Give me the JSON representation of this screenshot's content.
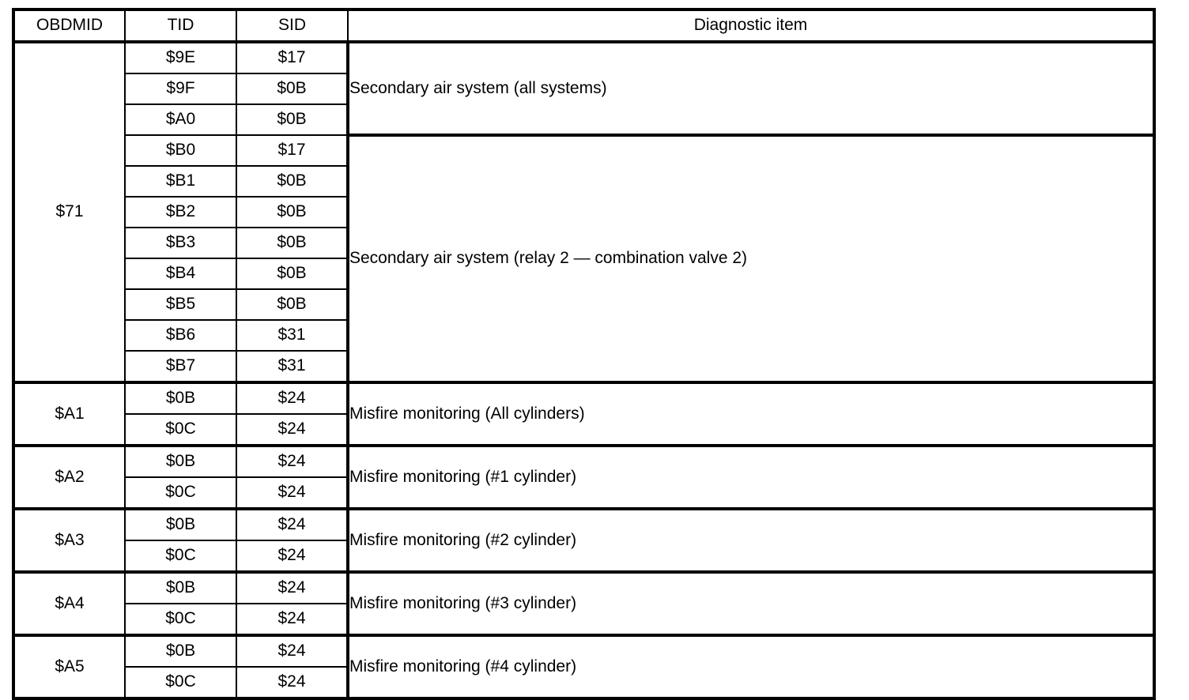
{
  "table": {
    "columns": [
      {
        "key": "obdmid",
        "label": "OBDMID"
      },
      {
        "key": "tid",
        "label": "TID"
      },
      {
        "key": "sid",
        "label": "SID"
      },
      {
        "key": "diag",
        "label": "Diagnostic item"
      }
    ],
    "groups": [
      {
        "obdmid": "$71",
        "blocks": [
          {
            "diag": "Secondary air system (all systems)",
            "rows": [
              {
                "tid": "$9E",
                "sid": "$17"
              },
              {
                "tid": "$9F",
                "sid": "$0B"
              },
              {
                "tid": "$A0",
                "sid": "$0B"
              }
            ]
          },
          {
            "diag": "Secondary air system (relay 2 — combination valve 2)",
            "rows": [
              {
                "tid": "$B0",
                "sid": "$17"
              },
              {
                "tid": "$B1",
                "sid": "$0B"
              },
              {
                "tid": "$B2",
                "sid": "$0B"
              },
              {
                "tid": "$B3",
                "sid": "$0B"
              },
              {
                "tid": "$B4",
                "sid": "$0B"
              },
              {
                "tid": "$B5",
                "sid": "$0B"
              },
              {
                "tid": "$B6",
                "sid": "$31"
              },
              {
                "tid": "$B7",
                "sid": "$31"
              }
            ]
          }
        ]
      },
      {
        "obdmid": "$A1",
        "blocks": [
          {
            "diag": "Misfire monitoring (All cylinders)",
            "rows": [
              {
                "tid": "$0B",
                "sid": "$24"
              },
              {
                "tid": "$0C",
                "sid": "$24"
              }
            ]
          }
        ]
      },
      {
        "obdmid": "$A2",
        "blocks": [
          {
            "diag": "Misfire monitoring (#1 cylinder)",
            "rows": [
              {
                "tid": "$0B",
                "sid": "$24"
              },
              {
                "tid": "$0C",
                "sid": "$24"
              }
            ]
          }
        ]
      },
      {
        "obdmid": "$A3",
        "blocks": [
          {
            "diag": "Misfire monitoring (#2 cylinder)",
            "rows": [
              {
                "tid": "$0B",
                "sid": "$24"
              },
              {
                "tid": "$0C",
                "sid": "$24"
              }
            ]
          }
        ]
      },
      {
        "obdmid": "$A4",
        "blocks": [
          {
            "diag": "Misfire monitoring (#3 cylinder)",
            "rows": [
              {
                "tid": "$0B",
                "sid": "$24"
              },
              {
                "tid": "$0C",
                "sid": "$24"
              }
            ]
          }
        ]
      },
      {
        "obdmid": "$A5",
        "blocks": [
          {
            "diag": "Misfire monitoring (#4 cylinder)",
            "rows": [
              {
                "tid": "$0B",
                "sid": "$24"
              },
              {
                "tid": "$0C",
                "sid": "$24"
              }
            ]
          }
        ]
      }
    ]
  },
  "style": {
    "text_color": "#000000",
    "background": "#ffffff",
    "border_color": "#000000"
  }
}
